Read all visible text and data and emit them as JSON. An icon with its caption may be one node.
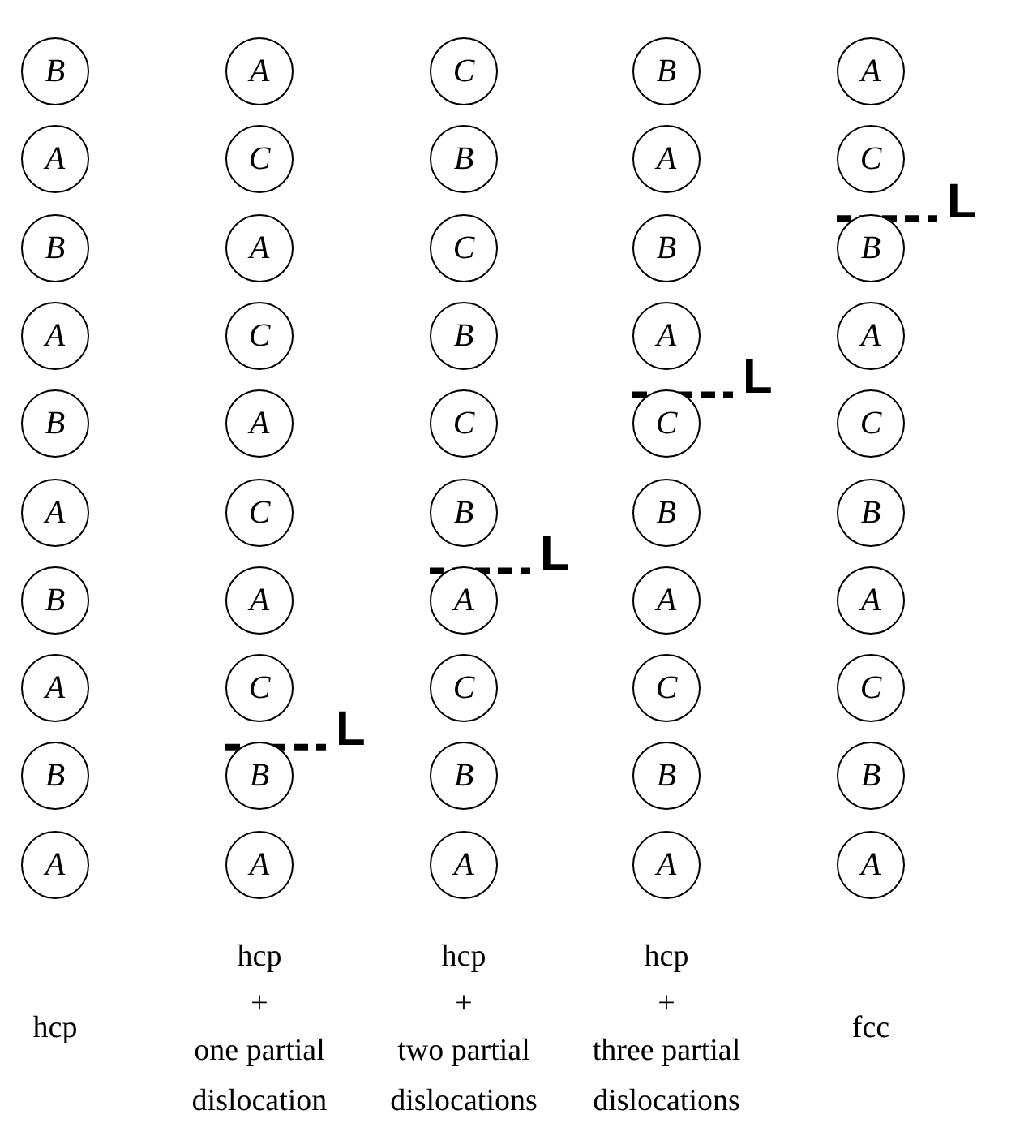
{
  "diagram": {
    "nodes": [
      {
        "text": [
          "B"
        ]
      },
      {
        "text": [
          "A"
        ]
      },
      {
        "text": [
          "B"
        ]
      },
      {
        "text": [
          "A"
        ]
      },
      {
        "text": [
          "B"
        ]
      },
      {
        "text": [
          "A"
        ]
      },
      {
        "text": [
          "B"
        ]
      },
      {
        "text": [
          "A"
        ]
      },
      {
        "text": [
          "B"
        ]
      },
      {
        "text": [
          "A"
        ]
      },
      {
        "text": [
          "A"
        ]
      },
      {
        "text": [
          "C"
        ]
      },
      {
        "text": [
          "A"
        ]
      },
      {
        "text": [
          "C"
        ]
      },
      {
        "text": [
          "A"
        ]
      },
      {
        "text": [
          "C"
        ]
      },
      {
        "text": [
          "A"
        ]
      },
      {
        "text": [
          "C"
        ]
      },
      {
        "text": [
          "B"
        ],
        "beside": [
          "L"
        ]
      },
      {
        "text": [
          "A"
        ]
      },
      {
        "text": [
          "C"
        ]
      },
      {
        "text": [
          "B"
        ]
      },
      {
        "text": [
          "C"
        ]
      },
      {
        "text": [
          "B"
        ]
      },
      {
        "text": [
          "C"
        ]
      },
      {
        "text": [
          "B"
        ]
      },
      {
        "text": [
          "A"
        ],
        "beside": [
          "L"
        ]
      },
      {
        "text": [
          "C"
        ]
      },
      {
        "text": [
          "B"
        ]
      },
      {
        "text": [
          "A"
        ]
      },
      {
        "text": [
          "B"
        ]
      },
      {
        "text": [
          "A"
        ]
      },
      {
        "text": [
          "B"
        ]
      },
      {
        "text": [
          "A"
        ]
      },
      {
        "text": [
          "C"
        ],
        "beside": [
          "L"
        ]
      },
      {
        "text": [
          "B"
        ]
      },
      {
        "text": [
          "A"
        ]
      },
      {
        "text": [
          "C"
        ]
      },
      {
        "text": [
          "B"
        ]
      },
      {
        "text": [
          "A"
        ]
      },
      {
        "text": [
          "A"
        ]
      },
      {
        "text": [
          "C"
        ]
      },
      {
        "text": [
          "B"
        ],
        "beside": [
          "L"
        ]
      },
      {
        "text": [
          "A"
        ]
      },
      {
        "text": [
          "C"
        ]
      },
      {
        "text": [
          "B"
        ]
      },
      {
        "text": [
          "A"
        ]
      },
      {
        "text": [
          "C"
        ]
      },
      {
        "text": [
          "B"
        ]
      },
      {
        "text": [
          "A"
        ]
      }
    ],
    "labels": [
      "hcp",
      "hcp",
      "+",
      "one partial dislocation",
      "hcp",
      "+",
      "two partial dislocations",
      "hcp",
      "+",
      "three partial dislocations",
      "fcc"
    ]
  }
}
